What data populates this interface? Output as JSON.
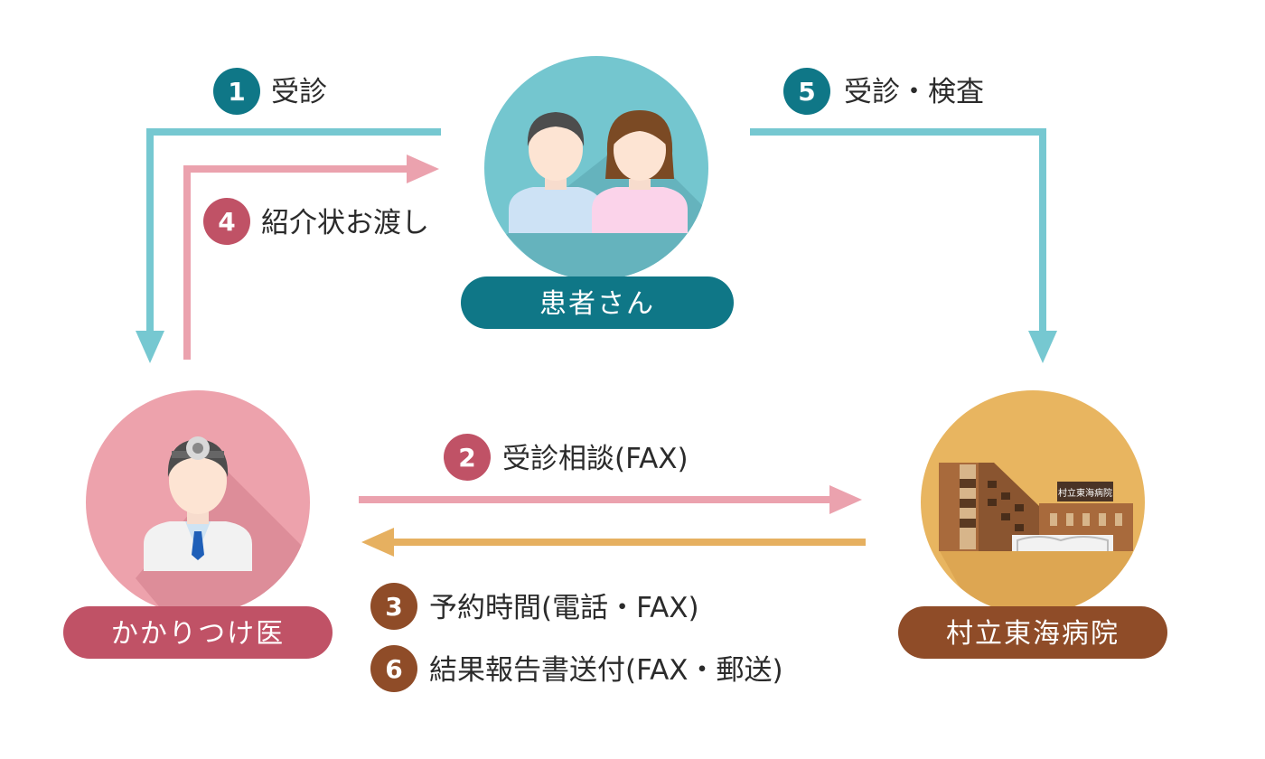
{
  "colors": {
    "teal_arrow": "#76c8d1",
    "pink_arrow": "#eba2ae",
    "orange_arrow": "#e6b060",
    "teal_badge": "#0f7787",
    "pink_badge": "#c05266",
    "brown_badge": "#8f4c28",
    "patient_circle": "#74c6cf",
    "doctor_circle": "#eda2ac",
    "hospital_circle": "#e8b560"
  },
  "nodes": {
    "patients": {
      "label": "患者さん",
      "icon": "patients-icon"
    },
    "doctor": {
      "label": "かかりつけ医",
      "icon": "doctor-icon"
    },
    "hospital": {
      "label": "村立東海病院",
      "icon": "hospital-building-icon",
      "sign": "村立東海病院"
    }
  },
  "steps": [
    {
      "num": "1",
      "text": "受診"
    },
    {
      "num": "2",
      "text": "受診相談(FAX)"
    },
    {
      "num": "3",
      "text": "予約時間(電話・FAX)"
    },
    {
      "num": "4",
      "text": "紹介状お渡し"
    },
    {
      "num": "5",
      "text": "受診・検査"
    },
    {
      "num": "6",
      "text": "結果報告書送付(FAX・郵送)"
    }
  ]
}
